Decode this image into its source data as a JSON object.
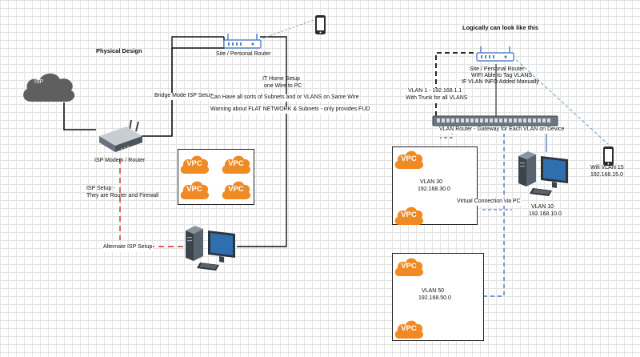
{
  "physical": {
    "title": "Physical Design",
    "isp_cloud": "ISP",
    "isp_modem": "ISP Modem / Router",
    "bridge_mode": "Bridge Mode ISP Setup",
    "router": "Site / Personal Router",
    "home_setup_line1": "IT Home Setup",
    "home_setup_line2": "one Wire to PC",
    "subnets_note": "Can Have all sorts of Subnets and or VLANS on Same Wire",
    "warning_note": "Warning about FLAT NETWORK & Subnets - only provides FUD",
    "isp_setup_line1": "ISP Setup -",
    "isp_setup_line2": "They are Router and Firewall",
    "alternate_setup": "Alternate ISP Setup",
    "vpc_labels": [
      "VPC",
      "VPC",
      "VPC",
      "VPC"
    ]
  },
  "logical": {
    "title": "Logically can look like this",
    "router_line1": "Site / Personal Router",
    "router_line2": "WIFI Able to Tag VLANS",
    "router_line3": "IF VLAN INFO Added Manually",
    "trunk_line1": "VLAN 1 - 192.168.1.1",
    "trunk_line2": "With Trunk for all VLANS",
    "switch_label": "VLAN Router - Gateway for Each VLAN on Device",
    "vlan30_name": "VLAN 30",
    "vlan30_subnet": "192.168.30.0",
    "vlan50_name": "VLAN 50",
    "vlan50_subnet": "192.168.50.0",
    "vlan10_name": "VLAN 10",
    "vlan10_subnet": "192.168.10.0",
    "wifi_name": "Wifi VLAN 15",
    "wifi_subnet": "192.168.15.0",
    "virtual_conn": "Virtual Connection via PC",
    "vpc_labels": [
      "VPC",
      "VPC",
      "VPC",
      "VPC"
    ]
  },
  "colors": {
    "cloud": "#5f5f5f",
    "vpc_orange": "#f08a24",
    "router_blue": "#5b82c4",
    "tower_gray": "#4c5560",
    "monitor_blue": "#2f6fb0",
    "line_red": "#d22f2f",
    "line_blue": "#2e66b8",
    "line_cyan": "#5b9ad6"
  }
}
